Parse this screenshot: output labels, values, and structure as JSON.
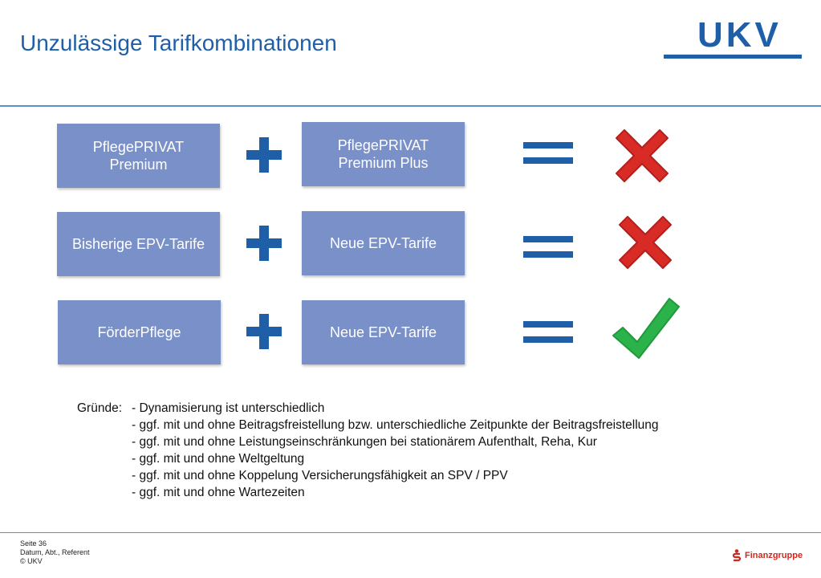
{
  "title": "Unzulässige Tarifkombinationen",
  "logo": {
    "text": "UKV",
    "color": "#1f5fa8"
  },
  "rows": [
    {
      "left": "PflegePRIVAT Premium",
      "right": "PflegePRIVAT Premium Plus",
      "result": "invalid"
    },
    {
      "left": "Bisherige EPV-Tarife",
      "right": "Neue EPV-Tarife",
      "result": "invalid"
    },
    {
      "left": "FörderPflege",
      "right": "Neue EPV-Tarife",
      "result": "valid"
    }
  ],
  "icons": {
    "plus": "plus-icon",
    "equals": "equals-icon",
    "invalid": "cross-icon",
    "valid": "check-icon"
  },
  "colors": {
    "accent": "#1f5fa8",
    "box": "#7a90c9",
    "cross": "#d92b26",
    "check": "#2cb24a"
  },
  "reasons": {
    "label": "Gründe:",
    "items": [
      "- Dynamisierung ist unterschiedlich",
      "- ggf. mit und ohne Beitragsfreistellung bzw. unterschiedliche Zeitpunkte der Beitragsfreistellung",
      "- ggf. mit und ohne Leistungseinschränkungen bei stationärem Aufenthalt, Reha, Kur",
      "- ggf. mit und ohne Weltgeltung",
      "- ggf. mit und ohne Koppelung Versicherungsfähigkeit an SPV / PPV",
      "- ggf. mit und ohne Wartezeiten"
    ]
  },
  "footer": {
    "page": "Seite 36",
    "meta": "Datum, Abt., Referent",
    "copyright": "© UKV"
  },
  "brand": {
    "text": "Finanzgruppe",
    "color": "#d1281f"
  }
}
